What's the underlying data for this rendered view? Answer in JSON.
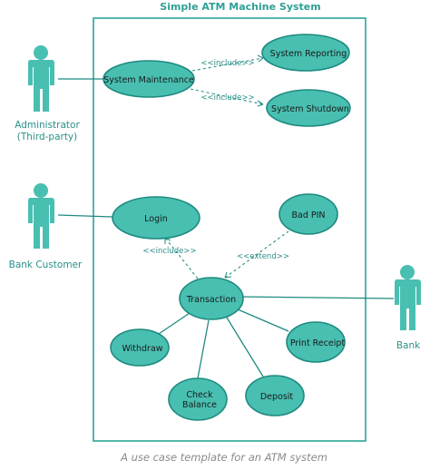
{
  "diagram": {
    "title": "Simple ATM Machine System",
    "caption": "A use case template for an ATM system",
    "actors": {
      "administrator": [
        "Administrator",
        "(Third-party)"
      ],
      "bank_customer": "Bank Customer",
      "bank": "Bank"
    },
    "use_cases": {
      "system_maintenance": "System Maintenance",
      "system_reporting": "System Reporting",
      "system_shutdown": "System Shutdown",
      "login": "Login",
      "bad_pin": "Bad PIN",
      "transaction": "Transaction",
      "withdraw": "Withdraw",
      "print_receipt": "Print Receipt",
      "check_balance": [
        "Check",
        "Balance"
      ],
      "deposit": "Deposit"
    },
    "relations": {
      "include_reporting": "<<include>>",
      "include_shutdown": "<<include>>",
      "include_login": "<<include>>",
      "extend_badpin": "<<extend>>"
    },
    "colors": {
      "fill": "#48bfb1",
      "stroke": "#1e8a80",
      "title": "#2f9f95",
      "caption": "#8a8a8a"
    }
  }
}
